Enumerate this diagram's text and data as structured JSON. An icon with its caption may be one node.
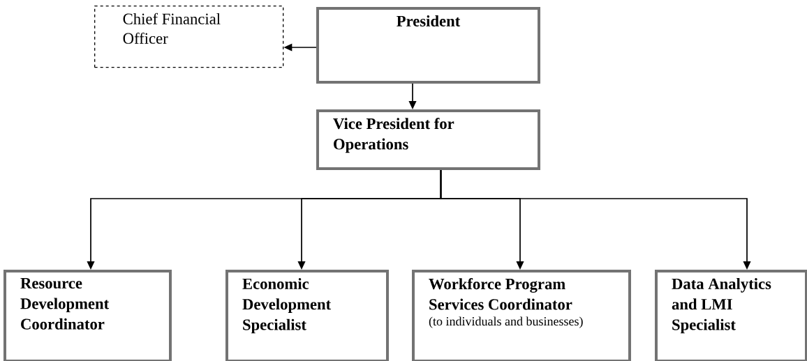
{
  "diagram": {
    "nodes": [
      {
        "text": [
          "Chief Financial Officer"
        ]
      },
      {
        "text": [
          "President"
        ]
      },
      {
        "text": [
          "Vice President for Operations"
        ]
      },
      {
        "text": [
          "Resource Development Coordinator"
        ]
      },
      {
        "text": [
          "Economic Development Specialist"
        ]
      },
      {
        "text": [
          "Workforce Program Services Coordinator",
          "(to individuals and businesses)"
        ]
      },
      {
        "text": [
          "Data Analytics and LMI Specialist"
        ]
      }
    ],
    "edges": [
      {
        "from": 1,
        "to": 0,
        "arrow": "to"
      },
      {
        "from": 1,
        "to": 2,
        "arrow": "to"
      },
      {
        "from": 2,
        "to": 3,
        "arrow": "to"
      },
      {
        "from": 2,
        "to": 4,
        "arrow": "to"
      },
      {
        "from": 2,
        "to": 5,
        "arrow": "to"
      },
      {
        "from": 2,
        "to": 6,
        "arrow": "to"
      }
    ]
  }
}
